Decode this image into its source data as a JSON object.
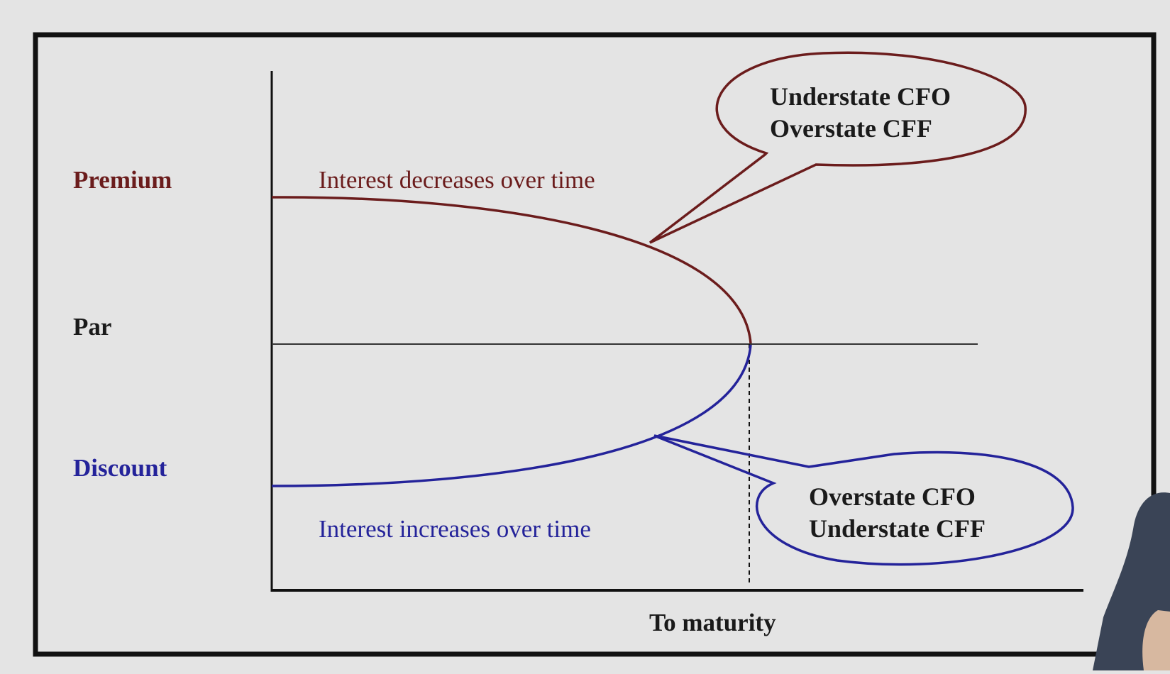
{
  "y_labels": {
    "premium": "Premium",
    "par": "Par",
    "discount": "Discount"
  },
  "x_label": "To maturity",
  "curves": {
    "premium": {
      "caption": "Interest decreases over time",
      "color": "#6b1c1c"
    },
    "discount": {
      "caption": "Interest increases over time",
      "color": "#24239a"
    }
  },
  "callouts": {
    "premium": {
      "line1": "Understate CFO",
      "line2": "Overstate CFF",
      "border_color": "#6b1c1c"
    },
    "discount": {
      "line1": "Overstate CFO",
      "line2": "Understate CFF",
      "border_color": "#24239a"
    }
  },
  "colors": {
    "background": "#e4e4e4",
    "frame": "#111111",
    "premium": "#6b1c1c",
    "discount": "#24239a",
    "axis": "#111111"
  }
}
